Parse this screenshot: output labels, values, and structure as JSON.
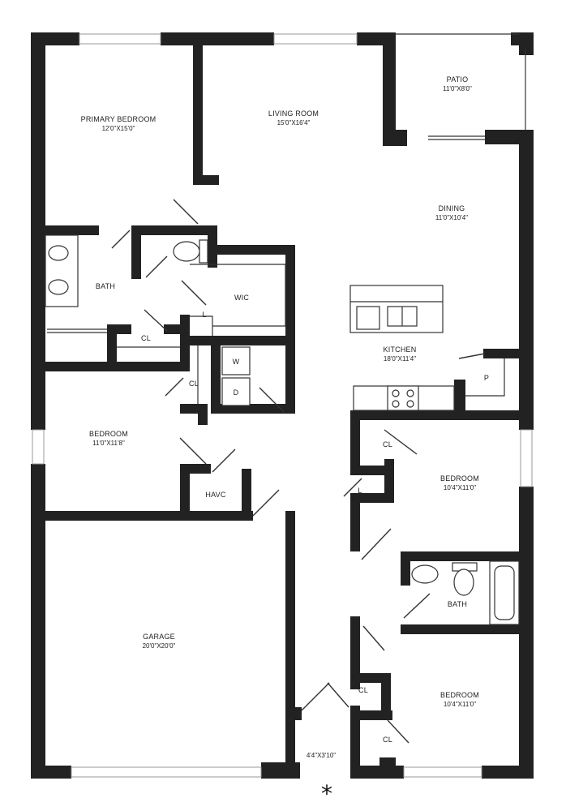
{
  "colors": {
    "wall": "#222222",
    "background": "#ffffff",
    "line": "#333333"
  },
  "rooms": {
    "primary_bedroom": {
      "name": "PRIMARY BEDROOM",
      "dim": "12'0\"X15'0\""
    },
    "living_room": {
      "name": "LIVING ROOM",
      "dim": "15'0\"X16'4\""
    },
    "patio": {
      "name": "PATIO",
      "dim": "11'0\"X8'0\""
    },
    "dining": {
      "name": "DINING",
      "dim": "11'0\"X10'4\""
    },
    "kitchen": {
      "name": "KITCHEN",
      "dim": "18'0\"X11'4\""
    },
    "bath_primary": {
      "name": "BATH"
    },
    "wic": {
      "name": "WIC"
    },
    "bedroom_west": {
      "name": "BEDROOM",
      "dim": "11'0\"X11'8\""
    },
    "havc": {
      "name": "HAVC"
    },
    "garage": {
      "name": "GARAGE",
      "dim": "20'0\"X20'0\""
    },
    "bedroom_east_upper": {
      "name": "BEDROOM",
      "dim": "10'4\"X11'0\""
    },
    "bath_east": {
      "name": "BATH"
    },
    "bedroom_east_lower": {
      "name": "BEDROOM",
      "dim": "10'4\"X11'0\""
    },
    "entry": {
      "dim": "4'4\"X3'10\""
    }
  },
  "labels": {
    "closet": "CL",
    "linen": "L",
    "pantry": "P",
    "washer": "W",
    "dryer": "D"
  },
  "marker": {
    "entry_star": "*"
  }
}
